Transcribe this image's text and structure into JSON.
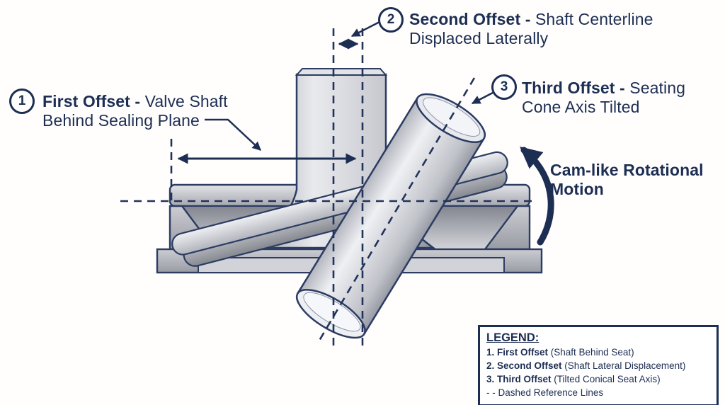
{
  "colors": {
    "accent_navy": "#1d2e53",
    "metal_light": "#eceef1",
    "metal_dark": "#8f919a",
    "background": "#ffffff"
  },
  "figure": {
    "parts": [
      "valve-body",
      "valve-disc",
      "valve-shaft",
      "tilted-seat-cone",
      "dashed-reference-lines"
    ]
  },
  "callouts": {
    "first": {
      "num": "1",
      "bold": "First Offset - ",
      "rest": "Valve Shaft Behind Sealing Plane"
    },
    "second": {
      "num": "2",
      "bold": "Second Offset - ",
      "rest": "Shaft Centerline Displaced Laterally"
    },
    "third": {
      "num": "3",
      "bold": "Third Offset - ",
      "rest": "Seating Cone Axis Tilted"
    },
    "motion": {
      "label": "Cam-like Rotational Motion"
    }
  },
  "legend": {
    "title": "LEGEND:",
    "items": [
      {
        "bold": "1. First Offset ",
        "rest": "(Shaft Behind Seat)"
      },
      {
        "bold": "2. Second Offset ",
        "rest": "(Shaft Lateral Displacement)"
      },
      {
        "bold": "3. Third Offset ",
        "rest": "(Tilted Conical Seat Axis)"
      },
      {
        "bold": "",
        "rest": "- - Dashed Reference Lines"
      }
    ]
  }
}
